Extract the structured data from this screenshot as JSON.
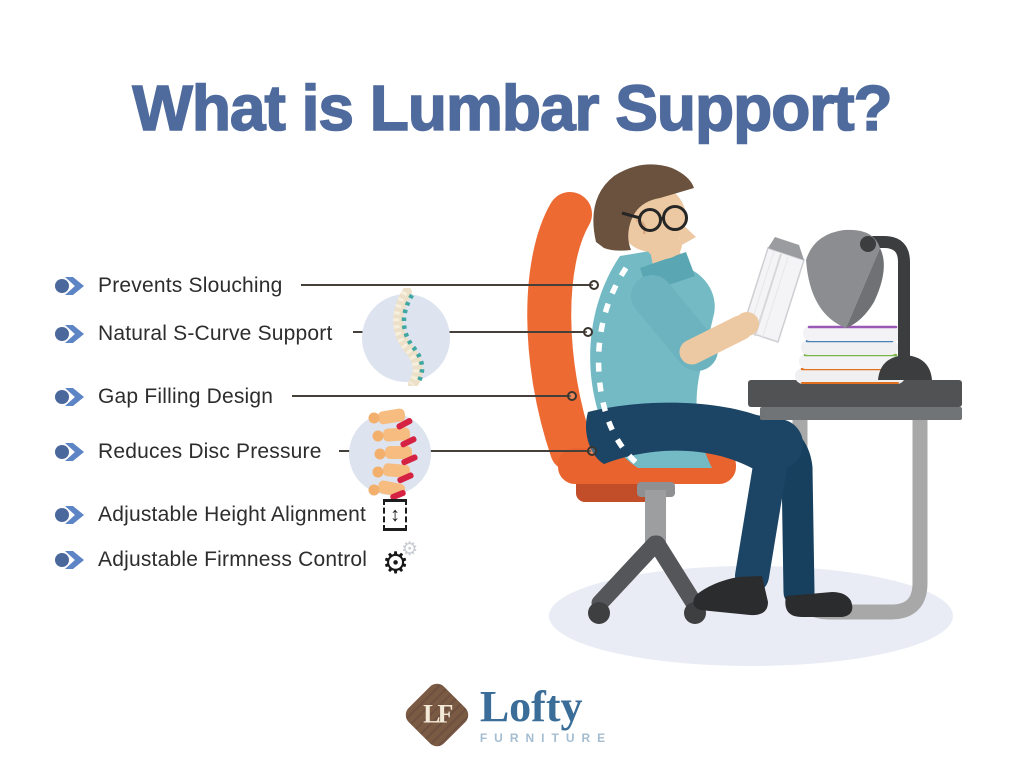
{
  "title": "What is Lumbar Support?",
  "features": [
    {
      "label": "Prevents Slouching"
    },
    {
      "label": "Natural S-Curve Support"
    },
    {
      "label": "Gap Filling Design"
    },
    {
      "label": "Reduces Disc Pressure"
    },
    {
      "label": "Adjustable Height Alignment",
      "icon": "height-adjust-icon"
    },
    {
      "label": "Adjustable Firmness Control",
      "icon": "gears-icon"
    }
  ],
  "icons": {
    "bullet": "circle-chevron-bullet",
    "height_adjust": "↕",
    "gear": "⚙"
  },
  "brand": {
    "monogram": "LF",
    "name": "Lofty",
    "subtitle": "FURNITURE"
  },
  "colors": {
    "title_blue": "#4f6a9d",
    "bullet_dot": "#4a689b",
    "bullet_chevron": "#5d85c6",
    "connector_line": "#46403a",
    "chair_orange": "#ed6a33",
    "seat_orange": "#e9632e",
    "shirt_teal": "#74bac5",
    "pants_navy": "#1c4565",
    "skin": "#ecc9a2",
    "hair_brown": "#6a523e",
    "desk_gray": "#515254",
    "frame_gray": "#a8a8a8",
    "floor_shadow": "#e9ecf5",
    "spine_disc_teal": "#3fa7a2",
    "disc_red": "#d62242",
    "vertebra_orange": "#f7bd80",
    "logo_brown": "#7b5a43",
    "logo_blue": "#3a6e98",
    "logo_sub_blue": "#a5bdd0"
  }
}
